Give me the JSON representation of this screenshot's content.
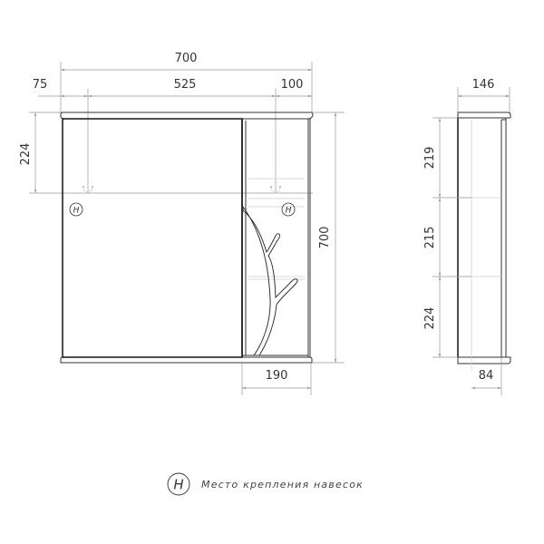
{
  "front_view": {
    "dim_total_width": "700",
    "dim_left_offset": "75",
    "dim_mount_spacing": "525",
    "dim_right_offset": "100",
    "dim_mount_height": "224",
    "dim_total_height": "700",
    "dim_shelf_width": "190",
    "mount_symbol_letter": "H"
  },
  "side_view": {
    "dim_depth": "146",
    "dim_section_top": "219",
    "dim_section_middle": "215",
    "dim_section_bottom": "224",
    "dim_inner_depth": "84"
  },
  "legend": {
    "symbol_letter": "H",
    "text": "Место крепления навесок"
  },
  "colors": {
    "line": "#222222",
    "dimension_line": "#999999",
    "background": "#ffffff"
  }
}
